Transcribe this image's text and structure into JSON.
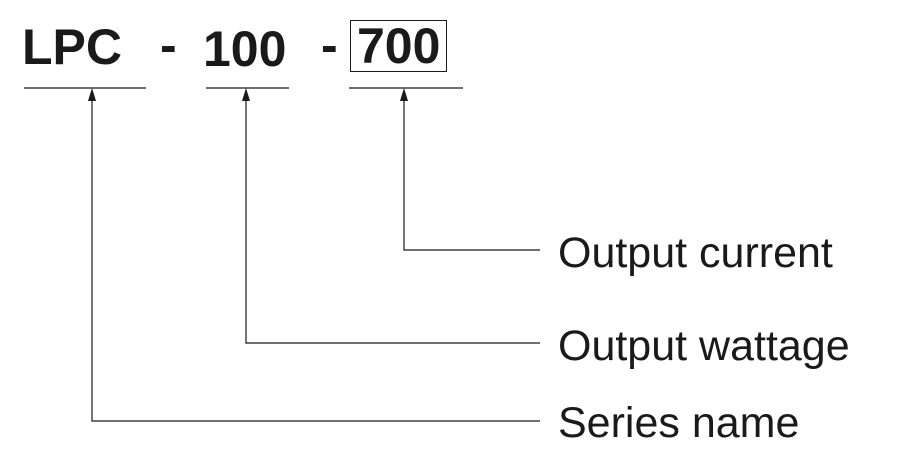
{
  "model_code": {
    "series": "LPC",
    "separator_1": "-",
    "wattage": "100",
    "separator_2": "-",
    "current": "700"
  },
  "labels": {
    "output_current": "Output current",
    "output_wattage": "Output wattage",
    "series_name": "Series name"
  },
  "colors": {
    "ink": "#1a1a1a",
    "background": "#ffffff"
  }
}
